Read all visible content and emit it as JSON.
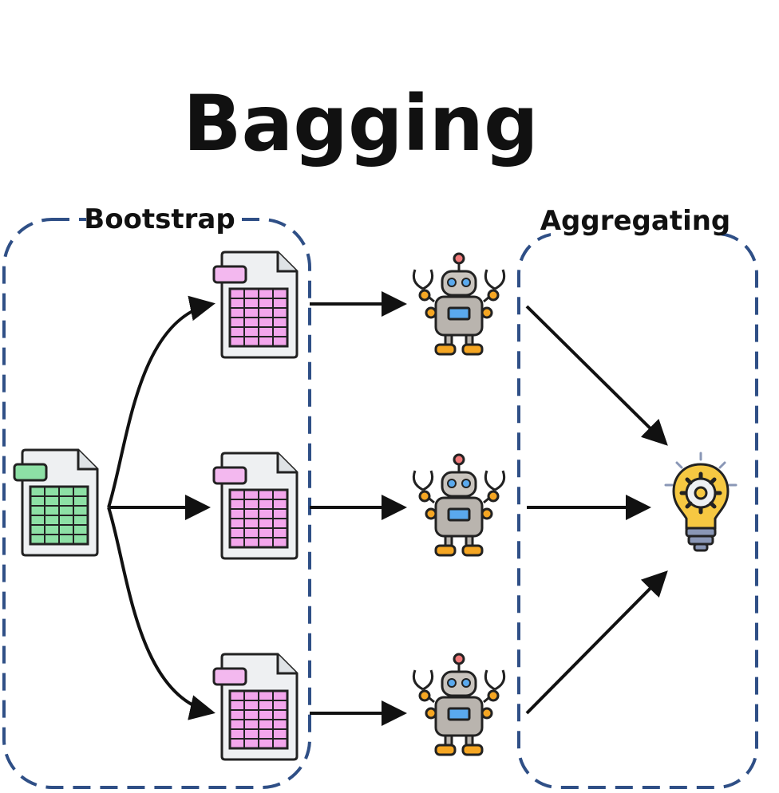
{
  "title": "Bagging",
  "groups": {
    "bootstrap": {
      "label": "Bootstrap"
    },
    "aggregating": {
      "label": "Aggregating"
    }
  },
  "colors": {
    "box_border": "#2f4f86",
    "arrow": "#111111",
    "source_table": "#8de0a5",
    "sample_table": "#f3a6ec",
    "robot_body": "#b9b4ae",
    "robot_joint": "#f5a623",
    "robot_screen": "#5aa9ee",
    "bulb": "#f6c842",
    "bulb_base": "#8a97b6"
  },
  "icons": {
    "source": "spreadsheet-icon",
    "samples": "spreadsheet-icon",
    "models": "robot-icon",
    "result": "lightbulb-gear-icon"
  }
}
